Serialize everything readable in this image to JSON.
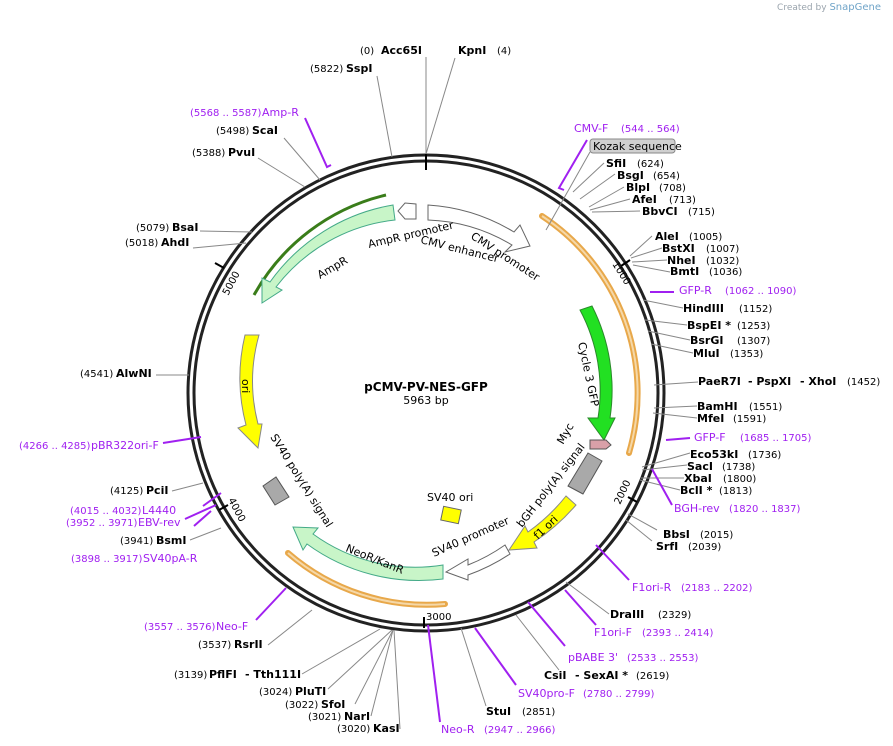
{
  "credit": {
    "prefix": "Created by",
    "brand": "SnapGene"
  },
  "plasmid": {
    "name": "pCMV-PV-NES-GFP",
    "size": "5963 bp"
  },
  "ticks": [
    "1000",
    "2000",
    "3000",
    "4000",
    "5000"
  ],
  "enzymes": {
    "acc65i": {
      "name": "Acc65I",
      "pos": "(0)"
    },
    "kpni": {
      "name": "KpnI",
      "pos": "(4)"
    },
    "sspi": {
      "name": "SspI",
      "pos": "(5822)"
    },
    "scai": {
      "name": "ScaI",
      "pos": "(5498)"
    },
    "pvui": {
      "name": "PvuI",
      "pos": "(5388)"
    },
    "bsai": {
      "name": "BsaI",
      "pos": "(5079)"
    },
    "ahdi": {
      "name": "AhdI",
      "pos": "(5018)"
    },
    "alwni": {
      "name": "AlwNI",
      "pos": "(4541)"
    },
    "pcii": {
      "name": "PciI",
      "pos": "(4125)"
    },
    "bsmi": {
      "name": "BsmI",
      "pos": "(3941)"
    },
    "rsrii": {
      "name": "RsrII",
      "pos": "(3537)"
    },
    "pflfi": {
      "name": "PflFI",
      "pos": "(3139)",
      "alt": "- Tth111I"
    },
    "pluti": {
      "name": "PluTI",
      "pos": "(3024)"
    },
    "sfoi": {
      "name": "SfoI",
      "pos": "(3022)"
    },
    "nari": {
      "name": "NarI",
      "pos": "(3021)"
    },
    "kasi": {
      "name": "KasI",
      "pos": "(3020)"
    },
    "stui": {
      "name": "StuI",
      "pos": "(2851)"
    },
    "csii": {
      "name": "CsiI",
      "alt": "- SexAI *",
      "pos": "(2619)"
    },
    "draiii": {
      "name": "DraIII",
      "pos": "(2329)"
    },
    "srfi": {
      "name": "SrfI",
      "pos": "(2039)"
    },
    "bbsi": {
      "name": "BbsI",
      "pos": "(2015)"
    },
    "bcli": {
      "name": "BclI *",
      "pos": "(1813)"
    },
    "xbai": {
      "name": "XbaI",
      "pos": "(1800)"
    },
    "saci": {
      "name": "SacI",
      "pos": "(1738)"
    },
    "eco53ki": {
      "name": "Eco53kI",
      "pos": "(1736)"
    },
    "mfei": {
      "name": "MfeI",
      "pos": "(1591)"
    },
    "bamhi": {
      "name": "BamHI",
      "pos": "(1551)"
    },
    "paer7i": {
      "name": "PaeR7I",
      "alt1": "- PspXI",
      "alt2": "- XhoI",
      "pos": "(1452)"
    },
    "mlui": {
      "name": "MluI",
      "pos": "(1353)"
    },
    "bsrgi": {
      "name": "BsrGI",
      "pos": "(1307)"
    },
    "bspei": {
      "name": "BspEI *",
      "pos": "(1253)"
    },
    "hindiii": {
      "name": "HindIII",
      "pos": "(1152)"
    },
    "bmti": {
      "name": "BmtI",
      "pos": "(1036)"
    },
    "nhei": {
      "name": "NheI",
      "pos": "(1032)"
    },
    "bstxi": {
      "name": "BstXI",
      "pos": "(1007)"
    },
    "alei": {
      "name": "AleI",
      "pos": "(1005)"
    },
    "bbvci": {
      "name": "BbvCI",
      "pos": "(715)"
    },
    "afei": {
      "name": "AfeI",
      "pos": "(713)"
    },
    "blpi": {
      "name": "BlpI",
      "pos": "(708)"
    },
    "bsgi": {
      "name": "BsgI",
      "pos": "(654)"
    },
    "sfii": {
      "name": "SfiI",
      "pos": "(624)"
    }
  },
  "primers": {
    "ampr": {
      "name": "Amp-R",
      "range": "(5568 .. 5587)"
    },
    "cmvf": {
      "name": "CMV-F",
      "range": "(544 .. 564)"
    },
    "gfpr": {
      "name": "GFP-R",
      "range": "(1062 .. 1090)"
    },
    "gfpf": {
      "name": "GFP-F",
      "range": "(1685 .. 1705)"
    },
    "bghrev": {
      "name": "BGH-rev",
      "range": "(1820 .. 1837)"
    },
    "f1orir": {
      "name": "F1ori-R",
      "range": "(2183 .. 2202)"
    },
    "f1orif": {
      "name": "F1ori-F",
      "range": "(2393 .. 2414)"
    },
    "pbabe3": {
      "name": "pBABE 3'",
      "range": "(2533 .. 2553)"
    },
    "sv40prof": {
      "name": "SV40pro-F",
      "range": "(2780 .. 2799)"
    },
    "neor": {
      "name": "Neo-R",
      "range": "(2947 .. 2966)"
    },
    "neof": {
      "name": "Neo-F",
      "range": "(3557 .. 3576)"
    },
    "sv40par": {
      "name": "SV40pA-R",
      "range": "(3898 .. 3917)"
    },
    "ebvrev": {
      "name": "EBV-rev",
      "range": "(3952 .. 3971)"
    },
    "l4440": {
      "name": "L4440",
      "range": "(4015 .. 4032)"
    },
    "pbr322": {
      "name": "pBR322ori-F",
      "range": "(4266 .. 4285)"
    }
  },
  "features": {
    "kozak": "Kozak sequence",
    "ampr_promoter": "AmpR promoter",
    "cmv_enhancer": "CMV enhancer",
    "cmv_promoter": "CMV promoter",
    "ampr": "AmpR",
    "cycle3gfp": "Cycle 3 GFP",
    "myc": "Myc",
    "bgh": "bGH poly(A) signal",
    "f1ori": "f1 ori",
    "sv40_promoter": "SV40 promoter",
    "neor": "NeoR/KanR",
    "sv40_polya": "SV40 poly(A) signal",
    "ori": "ori",
    "sv40_ori": "SV40 ori"
  },
  "colors": {
    "backbone": "#222222",
    "primer": "#a020f0",
    "resistance": "#c8f5c8",
    "gfp": "#22e022",
    "origin": "#ffff00",
    "terminator": "#a9a9a9",
    "promoter": "#ffffff",
    "orf_highlight": "#e8a84a"
  }
}
